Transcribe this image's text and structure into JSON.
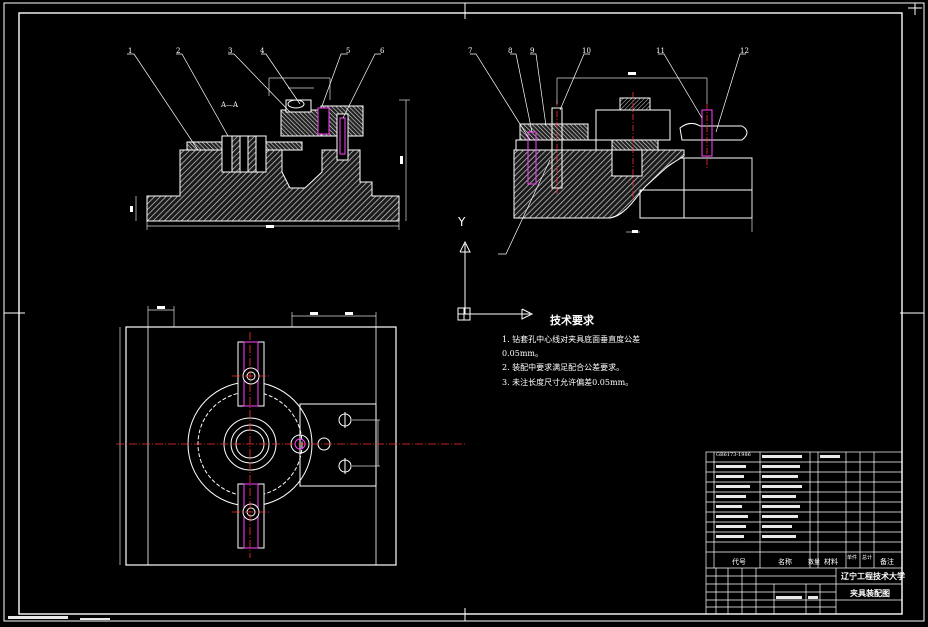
{
  "colors": {
    "background": "#000000",
    "line": "#ffffff",
    "hatch": "#cfcfcf",
    "centerline": "#ff3030",
    "accent": "#ff40ff",
    "dimension": "#dddddd"
  },
  "view_labels": {
    "section_mark": "A—A",
    "axis_y": "Y"
  },
  "balloons_left": [
    "1",
    "2",
    "3",
    "4",
    "5",
    "6"
  ],
  "balloons_right": [
    "7",
    "8",
    "9",
    "10",
    "11",
    "12"
  ],
  "tech_requirements": {
    "title": "技术要求",
    "items": [
      "1. 钻套孔中心线对夹具底面垂直度公差",
      "0.05mm。",
      "2. 装配中要求满足配合公差要求。",
      "3. 未注长度尺寸允许偏差0.05mm。"
    ]
  },
  "title_block": {
    "school": "辽宁工程技术大学",
    "drawing_name": "夹具装配图",
    "headers": {
      "code": "代号",
      "name": "名称",
      "qty": "数量",
      "material": "材料",
      "weight_unit": "单件",
      "weight_total": "总计",
      "remark": "备注"
    },
    "bom_first_code": "GB6173-1986"
  }
}
